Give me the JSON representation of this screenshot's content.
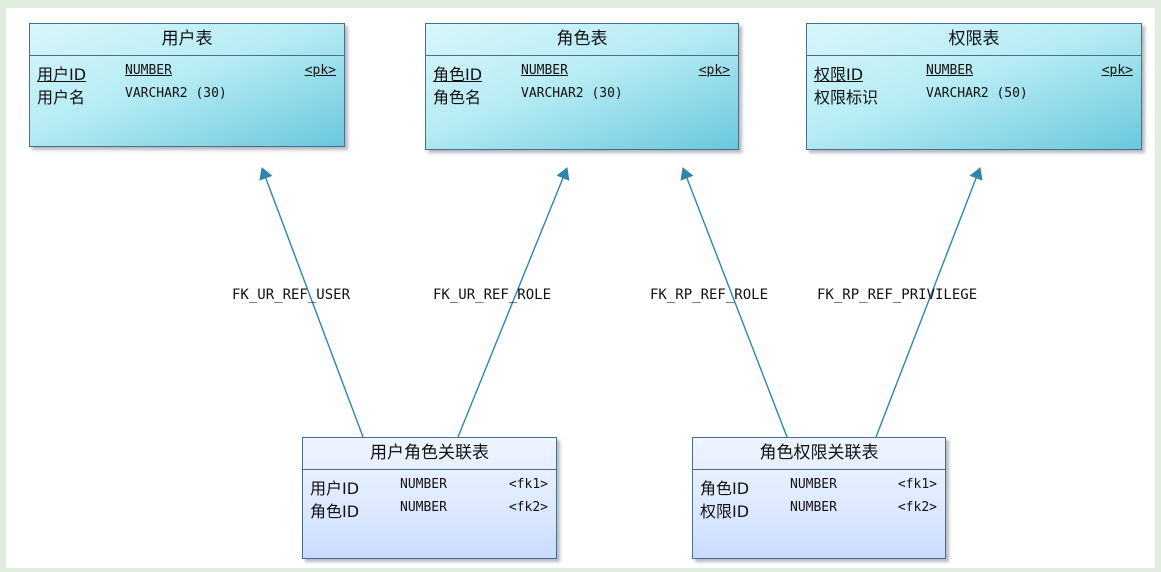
{
  "entities": {
    "user": {
      "title": "用户表",
      "rows": [
        {
          "name": "用户ID",
          "type": "NUMBER",
          "key": "<pk>"
        },
        {
          "name": "用户名",
          "type": "VARCHAR2 (30)",
          "key": ""
        }
      ]
    },
    "role": {
      "title": "角色表",
      "rows": [
        {
          "name": "角色ID",
          "type": "NUMBER",
          "key": "<pk>"
        },
        {
          "name": "角色名",
          "type": "VARCHAR2 (30)",
          "key": ""
        }
      ]
    },
    "privilege": {
      "title": "权限表",
      "rows": [
        {
          "name": "权限ID",
          "type": "NUMBER",
          "key": "<pk>"
        },
        {
          "name": "权限标识",
          "type": "VARCHAR2 (50)",
          "key": ""
        }
      ]
    },
    "user_role": {
      "title": "用户角色关联表",
      "rows": [
        {
          "name": "用户ID",
          "type": "NUMBER",
          "key": "<fk1>"
        },
        {
          "name": "角色ID",
          "type": "NUMBER",
          "key": "<fk2>"
        }
      ]
    },
    "role_privilege": {
      "title": "角色权限关联表",
      "rows": [
        {
          "name": "角色ID",
          "type": "NUMBER",
          "key": "<fk1>"
        },
        {
          "name": "权限ID",
          "type": "NUMBER",
          "key": "<fk2>"
        }
      ]
    }
  },
  "relations": {
    "fk_ur_user": "FK_UR_REF_USER",
    "fk_ur_role": "FK_UR_REF_ROLE",
    "fk_rp_role": "FK_RP_REF_ROLE",
    "fk_rp_privilege": "FK_RP_REF_PRIVILEGE"
  },
  "colors": {
    "edge": "#2f86ad",
    "border": "#4b6c8a"
  }
}
